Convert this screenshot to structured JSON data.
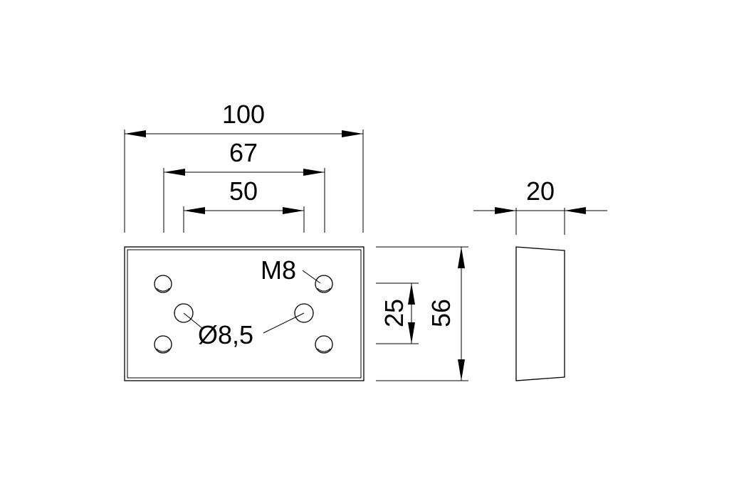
{
  "dimensions": {
    "width_total": "100",
    "width_outer_holes": "67",
    "width_inner_holes": "50",
    "thickness": "20",
    "height_inner_holes": "25",
    "height_total": "56"
  },
  "callouts": {
    "thread": "M8",
    "bore": "Ø8,5"
  }
}
